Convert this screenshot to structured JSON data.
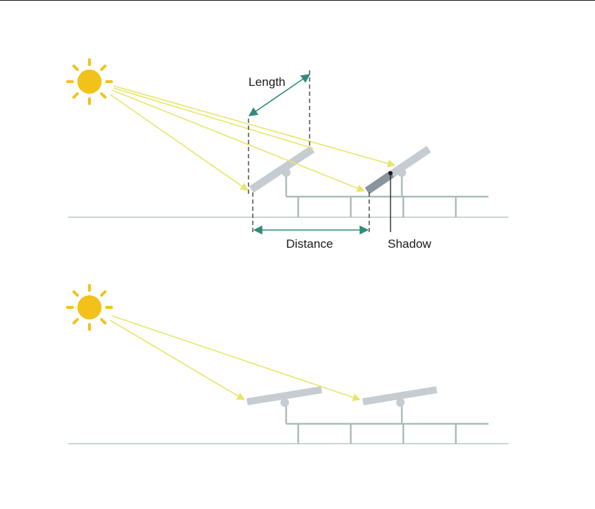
{
  "colors": {
    "sun": "#F2C21B",
    "ray": "#E6E66A",
    "panel": "#C5CCD2",
    "panel_shaded": "#8A949C",
    "structure": "#A9BDBB",
    "ground": "#CDD5D3",
    "dimension": "#2E8B7A",
    "guide": "#333333",
    "text": "#1a1a1a"
  },
  "labels": {
    "length": "Length",
    "distance": "Distance",
    "shadow": "Shadow"
  },
  "icons": {
    "sun_top": "sun-icon",
    "sun_bottom": "sun-icon"
  }
}
